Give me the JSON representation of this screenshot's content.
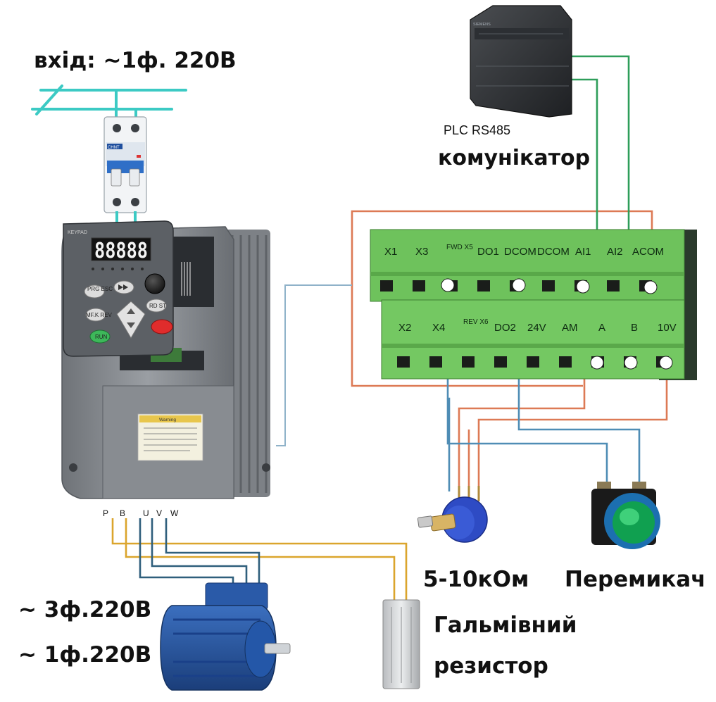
{
  "input_label": "вхід: ~1ф. 220В",
  "plc": {
    "line1": "PLC RS485",
    "line2": "комунікатор"
  },
  "breaker": {
    "brand": "CHNT"
  },
  "vfd": {
    "brand": "KEYPAD",
    "display": "88888",
    "keys": [
      "PRG ESC",
      "MF.K REV",
      "RD ST",
      "RUN"
    ],
    "warning_title": "Warning"
  },
  "terminals": {
    "top_row": [
      "X1",
      "X3",
      "FWD X5",
      "DO1",
      "DCOM",
      "DCOM",
      "AI1",
      "AI2",
      "ACOM"
    ],
    "bottom_row": [
      "X2",
      "X4",
      "REV X6",
      "DO2",
      "24V",
      "AM",
      "A",
      "B",
      "10V"
    ]
  },
  "power_terminals": [
    "P",
    "B",
    "U",
    "V",
    "W"
  ],
  "motor_supply": {
    "line1": "~ 3ф.220В",
    "line2": "~ 1ф.220В"
  },
  "potentiometer_label": "5-10кОм",
  "switch_label": "Перемикач",
  "brake_resistor": {
    "line1": "Гальмівний",
    "line2": "резистор"
  },
  "colors": {
    "terminal_green": "#6ec25c",
    "wire_orange": "#dd7a55",
    "wire_blue": "#4f8db5",
    "wire_green": "#2e9e5a",
    "wire_gold": "#dba52d",
    "wire_navy": "#2f5f7c",
    "mains_teal": "#3ccac4"
  }
}
